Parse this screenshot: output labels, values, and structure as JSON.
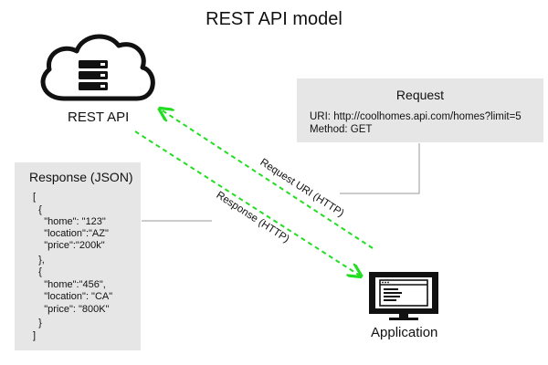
{
  "title": "REST API model",
  "rest_api": {
    "label": "REST API",
    "icon": "cloud-server-icon"
  },
  "application": {
    "label": "Application",
    "icon": "monitor-icon"
  },
  "request": {
    "title": "Request",
    "uri_line": "URI:  http://coolhomes.api.com/homes?limit=5",
    "method_line": "Method:   GET"
  },
  "response": {
    "title": "Response (JSON)",
    "json_lines": [
      "[",
      "  {",
      "    \"home\": \"123\"",
      "    \"location\":\"AZ\"",
      "    \"price\":\"200k\"",
      "  },",
      "  {",
      "    \"home\":\"456\",",
      "    \"location\": \"CA\"",
      "    \"price\": \"800K\"",
      "  }",
      "]"
    ]
  },
  "arrows": {
    "request_label": "Request URI (HTTP)",
    "response_label": "Response (HTTP)",
    "color": "#22dd22"
  },
  "colors": {
    "box_fill": "#e6e6e6",
    "connector": "#999999"
  }
}
